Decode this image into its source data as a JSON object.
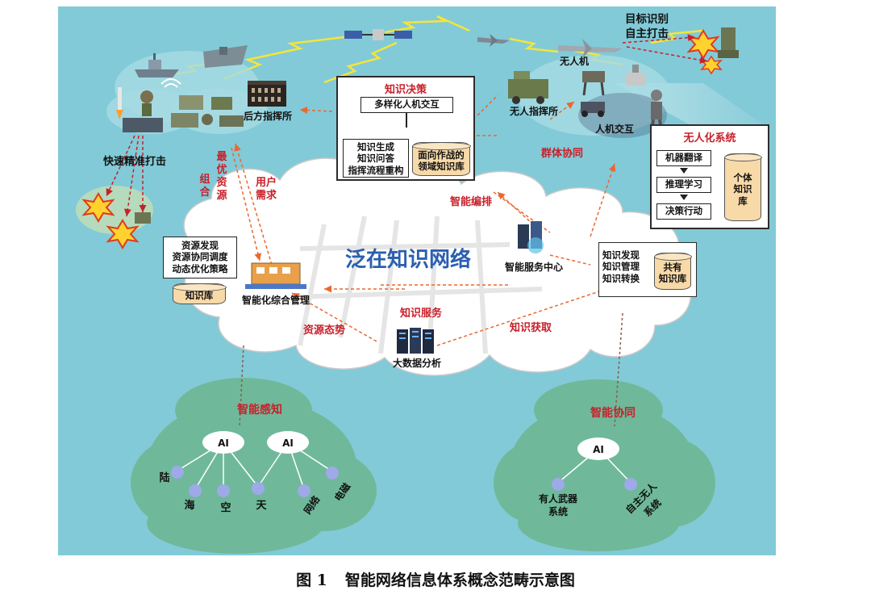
{
  "center_title": "泛在知识网络",
  "nodes": {
    "target": [
      "目标识别",
      "自主打击"
    ],
    "uav": "无人机",
    "rear_command": "后方指挥所",
    "uav_command": "无人指挥所",
    "human_machine": "人机交互",
    "rapid_strike": "快速精准打击",
    "smart_mgmt": "智能化综合管理",
    "service_center": "智能服务中心",
    "bigdata": "大数据分析"
  },
  "knowledge_decision": {
    "title": "知识决策",
    "interaction": "多样化人机交互",
    "ops": [
      "知识生成",
      "知识问答",
      "指挥流程重构"
    ],
    "domain_kb": [
      "面向作战的",
      "领域知识库"
    ]
  },
  "unmanned_system": {
    "title": "无人化系统",
    "steps": [
      "机器翻译",
      "推理学习",
      "决策行动"
    ],
    "kb": [
      "个体",
      "知识",
      "库"
    ]
  },
  "resource_box": {
    "lines": [
      "资源发现",
      "资源协同调度",
      "动态优化策略"
    ],
    "kb": "知识库"
  },
  "shared_box": {
    "lines": [
      "知识发现",
      "知识管理",
      "知识转换"
    ],
    "kb": [
      "共有",
      "知识库"
    ]
  },
  "flow_labels": {
    "swarm": "群体协同",
    "orchestration": "智能编排",
    "combine": [
      "组",
      "合"
    ],
    "optimal": [
      "最",
      "优",
      "资",
      "源"
    ],
    "user_demand": [
      "用户",
      "需求"
    ],
    "knowledge_service": "知识服务",
    "resource_situation": "资源态势",
    "knowledge_acquisition": "知识获取"
  },
  "perception": {
    "title": "智能感知",
    "ai": "AI",
    "domains": [
      "陆",
      "海",
      "空",
      "天",
      "网络",
      "电磁"
    ]
  },
  "coordination": {
    "title": "智能协同",
    "ai": "AI",
    "systems": [
      [
        "有人武器",
        "系统"
      ],
      [
        "自主无人",
        "系统"
      ]
    ]
  },
  "caption": {
    "number": "图 1",
    "title": "智能网络信息体系概念范畴示意图"
  },
  "colors": {
    "background": "#82cad7",
    "cloud_green": "#6fb99a",
    "label_red": "#c8202a",
    "kb_fill": "#f8d9a8",
    "ai_ellipse": "#ffffff",
    "node_dot": "#9ea9e8"
  }
}
